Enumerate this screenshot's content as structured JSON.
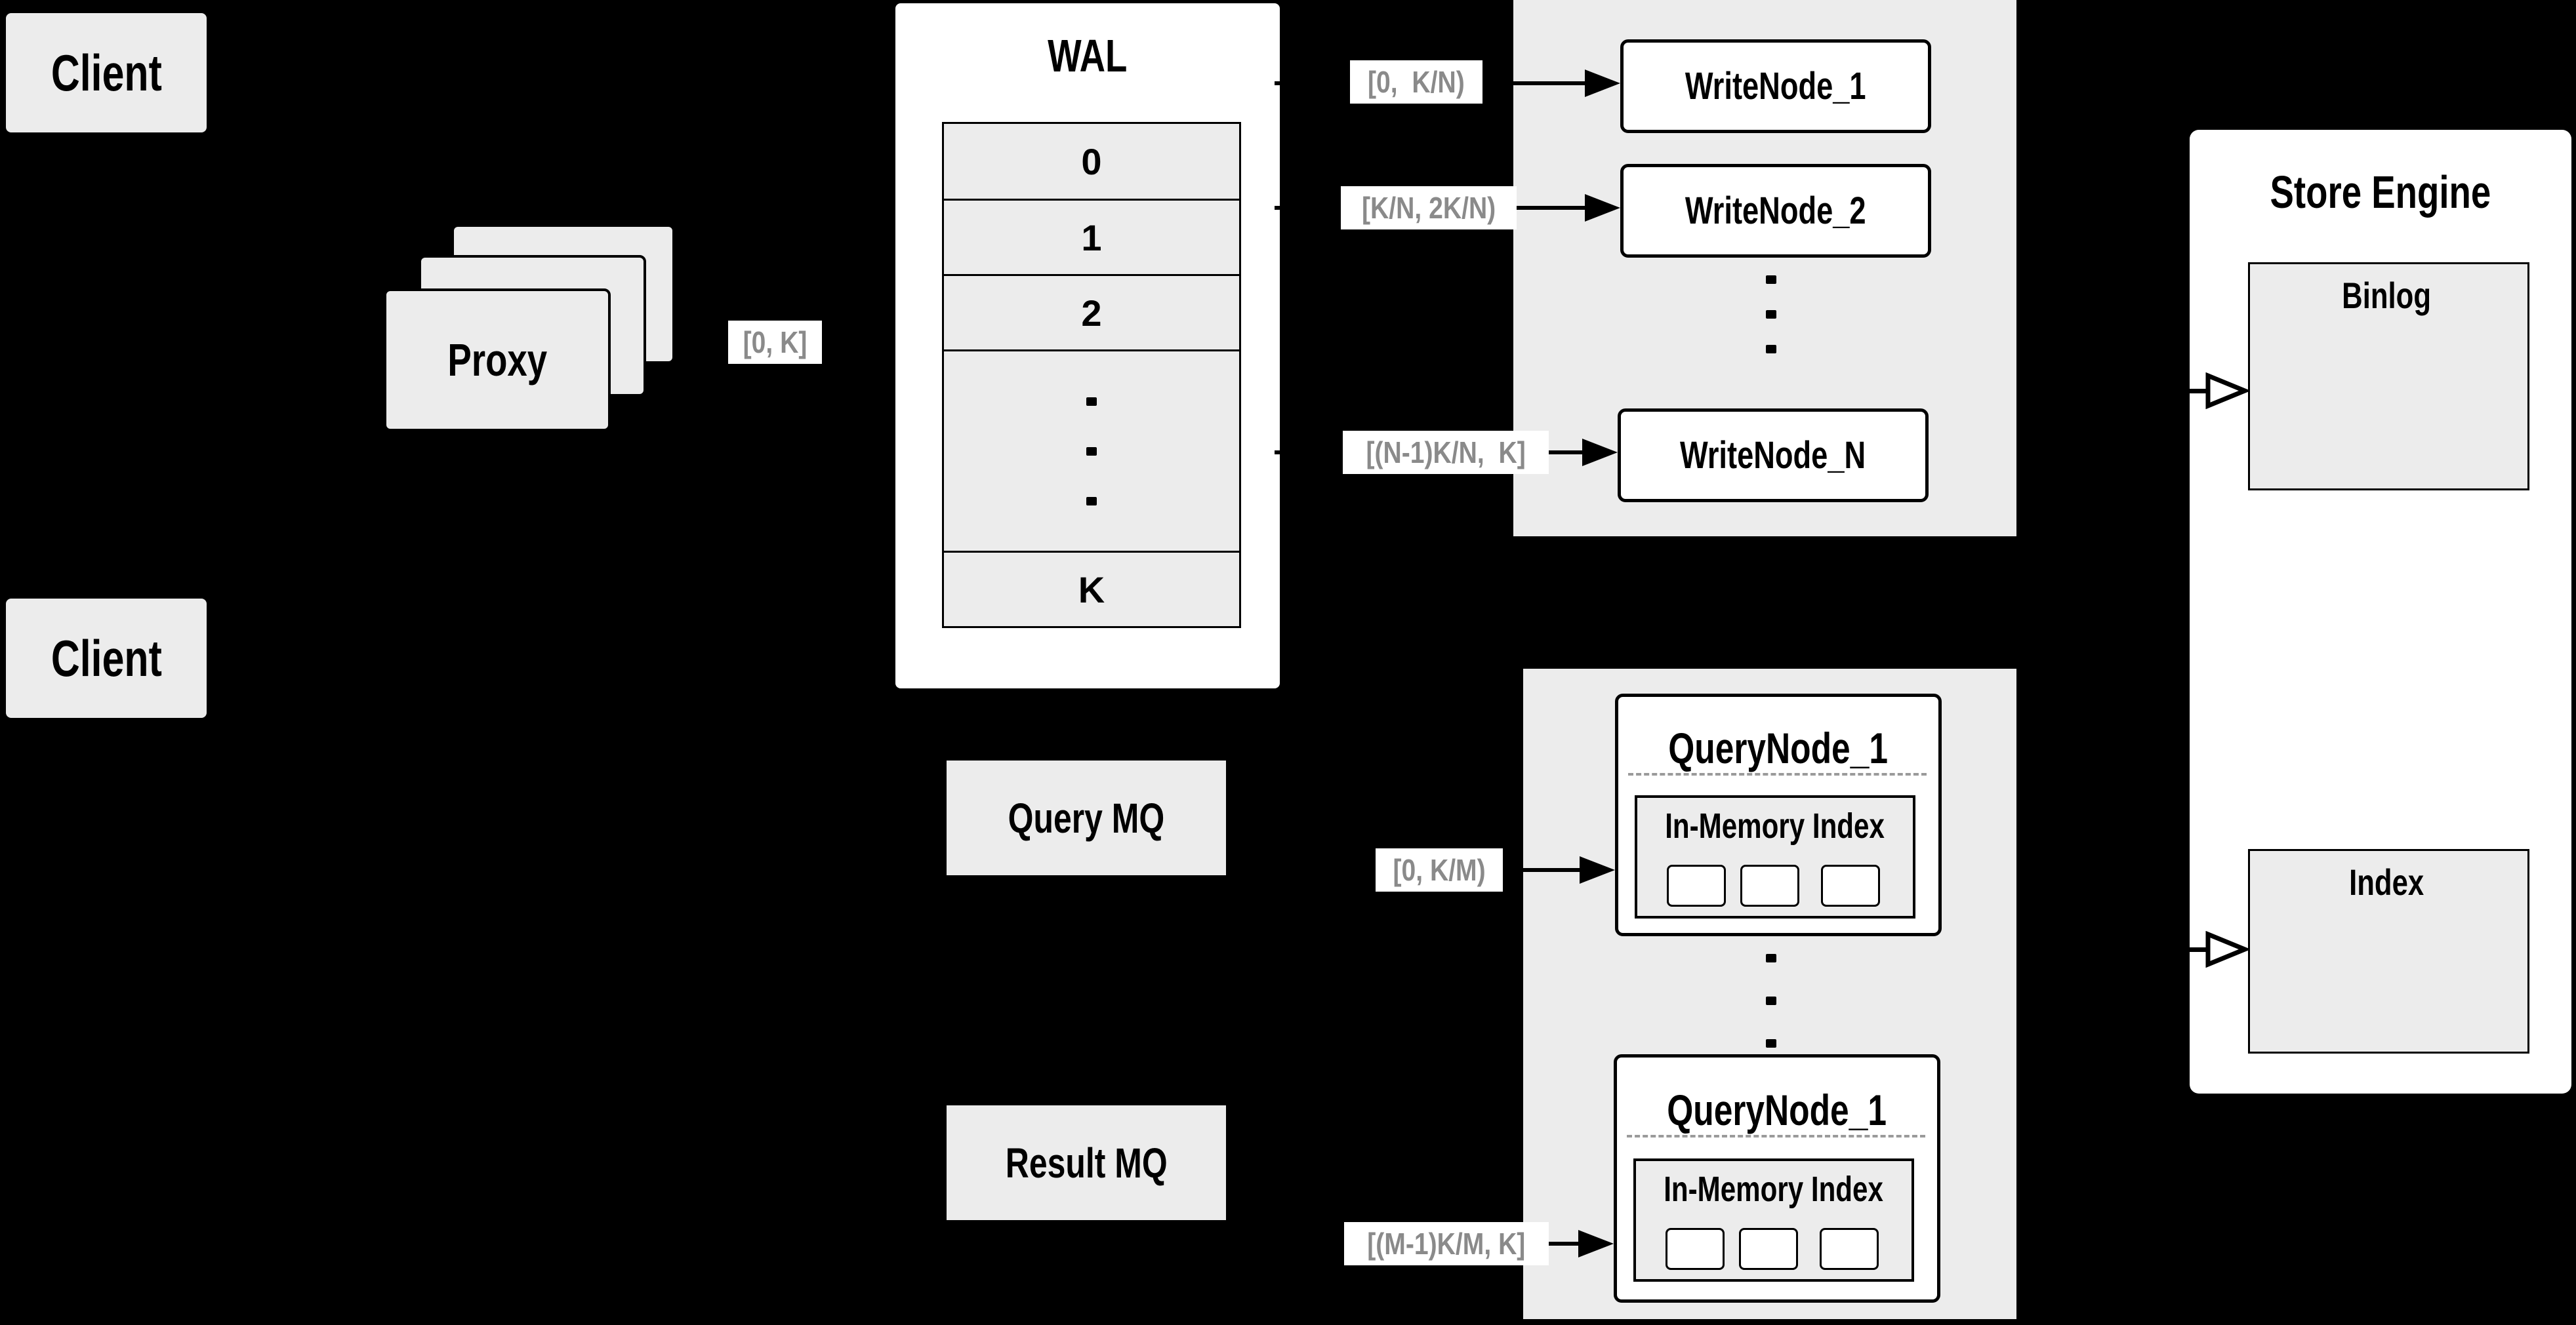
{
  "colors": {
    "background": "#000000",
    "box_gray": "#ececec",
    "box_white": "#ffffff",
    "border_black": "#000000",
    "range_text": "#8a8a8a",
    "dashed_separator": "#9a9a9a"
  },
  "clients": {
    "top": "Client",
    "bottom": "Client"
  },
  "proxy": {
    "label": "Proxy",
    "range": "[0, K]"
  },
  "wal": {
    "title": "WAL",
    "rows": [
      "0",
      "1",
      "2"
    ],
    "last_row": "K"
  },
  "write_cluster": {
    "node1": {
      "label": "WriteNode_1",
      "range": "[0,  K/N)"
    },
    "node2": {
      "label": "WriteNode_2",
      "range": "[K/N, 2K/N)"
    },
    "nodeN": {
      "label": "WriteNode_N",
      "range": "[(N-1)K/N,  K]"
    }
  },
  "store_engine": {
    "title": "Store Engine",
    "binlog_title": "Binlog",
    "index_title": "Index"
  },
  "mq": {
    "query": "Query MQ",
    "result": "Result MQ"
  },
  "query_cluster": {
    "node1": {
      "title": "QueryNode_1",
      "subtitle": "In-Memory Index",
      "range": "[0, K/M)"
    },
    "node2": {
      "title": "QueryNode_1",
      "subtitle": "In-Memory Index",
      "range": "[(M-1)K/M, K]"
    }
  }
}
